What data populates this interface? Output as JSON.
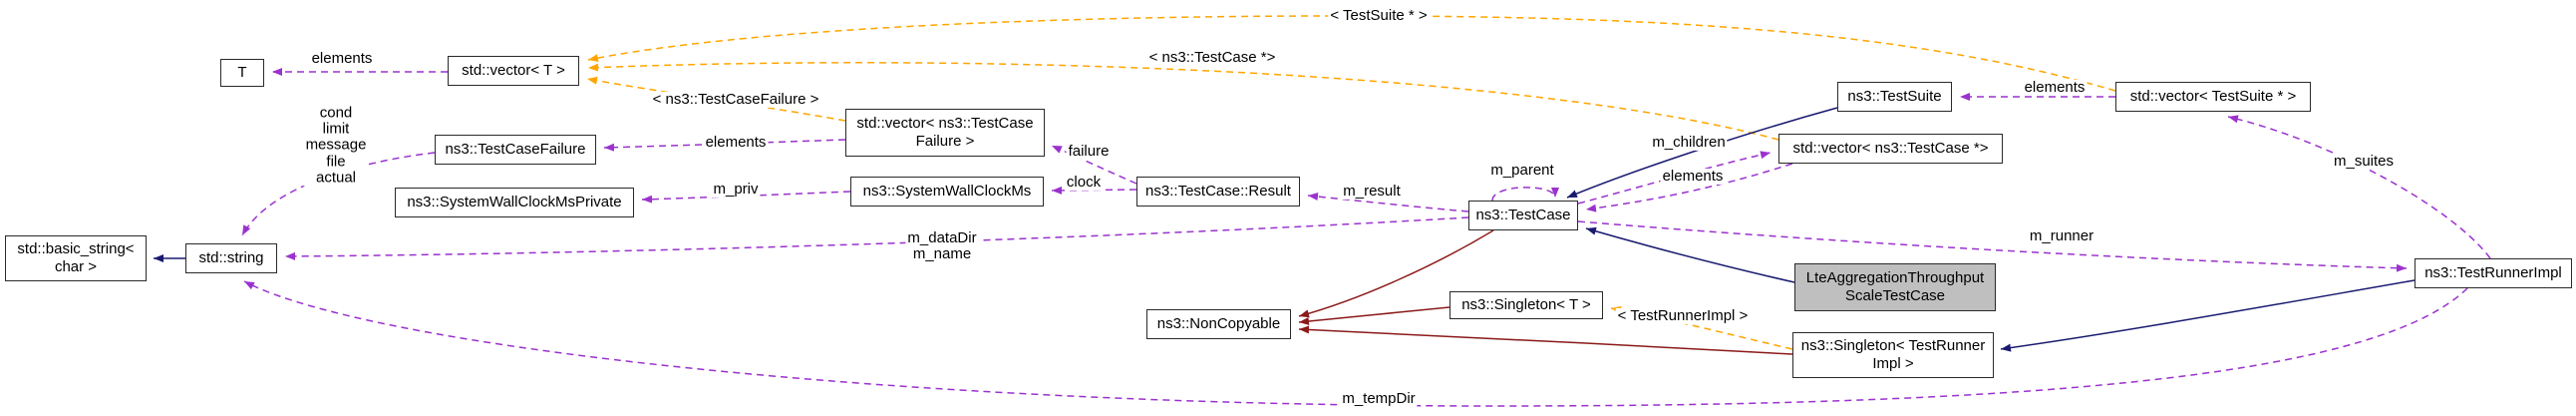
{
  "nodes": {
    "t": {
      "label": "T"
    },
    "vector_t": {
      "label": "std::vector< T >"
    },
    "test_case_failure": {
      "label": "ns3::TestCaseFailure"
    },
    "vector_test_case_failure": {
      "label": "std::vector< ns3::TestCase\nFailure >"
    },
    "system_wall_clock_ms_private": {
      "label": "ns3::SystemWallClockMsPrivate"
    },
    "system_wall_clock_ms": {
      "label": "ns3::SystemWallClockMs"
    },
    "test_case_result": {
      "label": "ns3::TestCase::Result"
    },
    "basic_string": {
      "label": "std::basic_string<\nchar >"
    },
    "string": {
      "label": "std::string"
    },
    "test_case": {
      "label": "ns3::TestCase"
    },
    "test_suite": {
      "label": "ns3::TestSuite"
    },
    "vector_test_case_ptr": {
      "label": "std::vector< ns3::TestCase *>"
    },
    "vector_test_suite_ptr": {
      "label": "std::vector< TestSuite * >"
    },
    "lte_test_case": {
      "label": "LteAggregationThroughput\nScaleTestCase"
    },
    "non_copyable": {
      "label": "ns3::NonCopyable"
    },
    "singleton_t": {
      "label": "ns3::Singleton< T >"
    },
    "singleton_test_runner_impl": {
      "label": "ns3::Singleton< TestRunner\nImpl >"
    },
    "test_runner_impl": {
      "label": "ns3::TestRunnerImpl"
    }
  },
  "edge_labels": {
    "vector_t_elements": "elements",
    "template_test_suite_ptr": "< TestSuite * >",
    "template_test_case_ptr": "< ns3::TestCase *>",
    "template_test_case_failure": "< ns3::TestCaseFailure >",
    "test_case_failure_members": "cond\nlimit\nmessage\nfile\nactual",
    "vector_failure_elements": "elements",
    "failure": "failure",
    "m_priv": "m_priv",
    "clock": "clock",
    "m_result": "m_result",
    "m_parent": "m_parent",
    "m_children": "m_children",
    "vector_children_elements": "elements",
    "vector_suites_elements": "elements",
    "m_suites": "m_suites",
    "test_case_string_members": "m_dataDir\nm_name",
    "m_runner": "m_runner",
    "template_test_runner_impl": "< TestRunnerImpl >",
    "m_tempDir": "m_tempDir"
  },
  "colors": {
    "member_edge": "#9a32cd",
    "template_edge": "#ffa500",
    "public_inheritance_edge": "#191970",
    "private_inheritance_edge": "#8b1a1a",
    "node_fill": "#ffffff",
    "node_border": "#2a2a2a",
    "highlight_node_fill": "#bfbfbf",
    "background": "#ffffff"
  }
}
